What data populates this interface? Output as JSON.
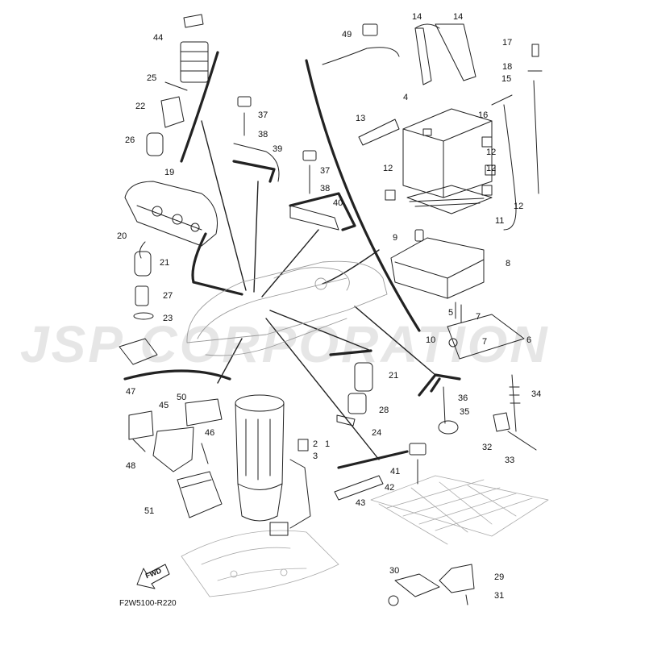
{
  "diagram": {
    "watermark": "JSP CORPORATION",
    "reference_code": "F2W5100-R220",
    "direction_label": "FWD",
    "callouts": [
      "1",
      "2",
      "3",
      "4",
      "5",
      "6",
      "7",
      "7",
      "8",
      "9",
      "10",
      "11",
      "12",
      "12",
      "12",
      "12",
      "13",
      "14",
      "14",
      "15",
      "16",
      "17",
      "18",
      "19",
      "20",
      "21",
      "21",
      "22",
      "23",
      "24",
      "25",
      "26",
      "27",
      "28",
      "29",
      "30",
      "31",
      "32",
      "33",
      "34",
      "35",
      "36",
      "37",
      "37",
      "38",
      "38",
      "39",
      "40",
      "41",
      "42",
      "43",
      "44",
      "45",
      "46",
      "47",
      "48",
      "49",
      "50",
      "51"
    ]
  },
  "colors": {
    "line": "#222222",
    "text": "#111111",
    "watermark": "#d2d2d2"
  }
}
